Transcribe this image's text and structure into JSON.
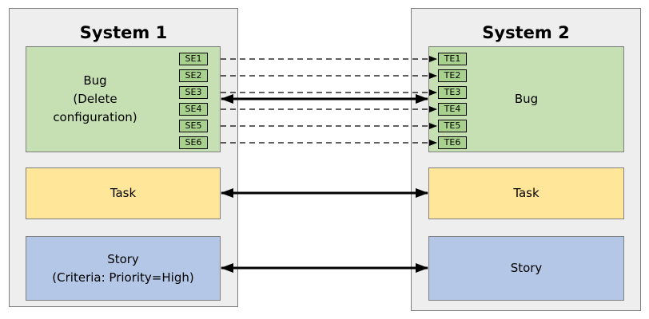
{
  "colors": {
    "bug_fill": "#c6e0b4",
    "task_fill": "#ffe699",
    "story_fill": "#b4c7e7",
    "tag_fill": "#a9d18e",
    "system_fill": "#eeeeee"
  },
  "system1": {
    "title": "System 1",
    "bug_label": "Bug\n(Delete\nconfiguration)",
    "task_label": "Task",
    "story_label": "Story\n(Criteria: Priority=High)",
    "source_tags": [
      "SE1",
      "SE2",
      "SE3",
      "SE4",
      "SE5",
      "SE6"
    ]
  },
  "system2": {
    "title": "System 2",
    "bug_label": "Bug",
    "task_label": "Task",
    "story_label": "Story",
    "target_tags": [
      "TE1",
      "TE2",
      "TE3",
      "TE4",
      "TE5",
      "TE6"
    ]
  },
  "links": {
    "tag_links": [
      {
        "from": "SE1",
        "to": "TE1",
        "style": "dashed",
        "direction": "one-way"
      },
      {
        "from": "SE2",
        "to": "TE2",
        "style": "dashed",
        "direction": "one-way"
      },
      {
        "from": "SE3",
        "to": "TE3",
        "style": "dashed",
        "direction": "one-way"
      },
      {
        "from": "SE4",
        "to": "TE4",
        "style": "dashed",
        "direction": "one-way"
      },
      {
        "from": "SE5",
        "to": "TE5",
        "style": "dashed",
        "direction": "one-way"
      },
      {
        "from": "SE6",
        "to": "TE6",
        "style": "dashed",
        "direction": "one-way"
      }
    ],
    "box_links": [
      {
        "from": "Bug",
        "to": "Bug",
        "style": "solid",
        "direction": "two-way"
      },
      {
        "from": "Task",
        "to": "Task",
        "style": "solid",
        "direction": "two-way"
      },
      {
        "from": "Story",
        "to": "Story",
        "style": "solid",
        "direction": "two-way"
      }
    ]
  }
}
